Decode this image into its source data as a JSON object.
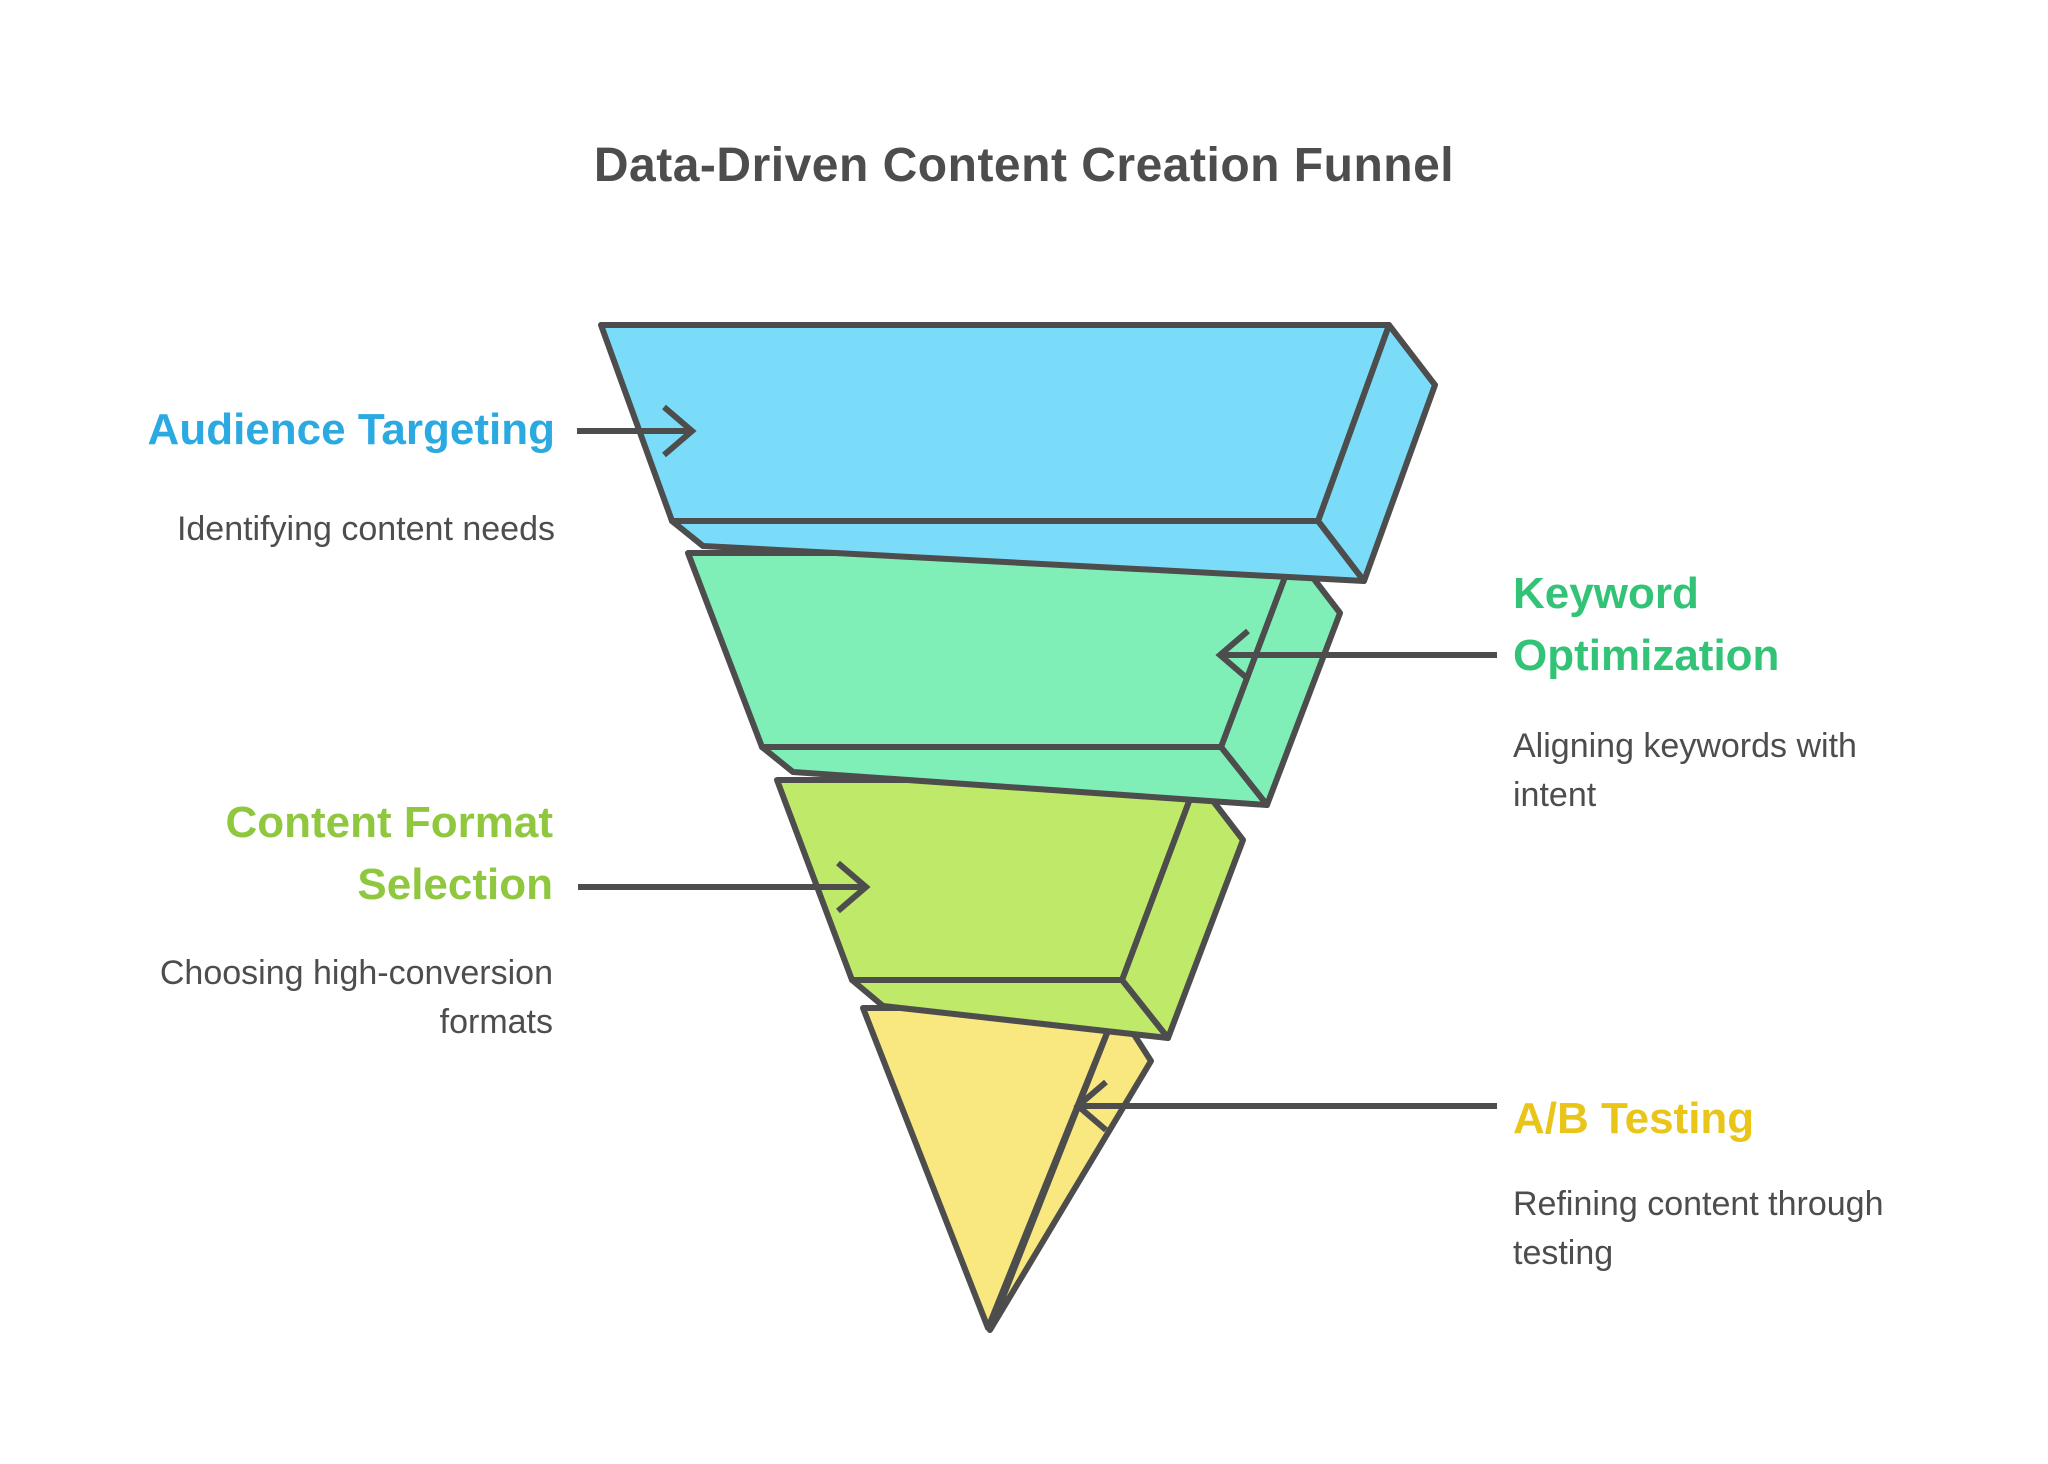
{
  "title": "Data-Driven Content Creation Funnel",
  "colors": {
    "outline": "#4D4D4D",
    "body_text": "#4D4D4D",
    "background": "#FFFFFF"
  },
  "stages": [
    {
      "name": "Audience Targeting",
      "description": "Identifying content needs",
      "shape_fill": "#7BDCF9",
      "label_color": "#2BA9E1",
      "label_side": "left"
    },
    {
      "name": "Keyword Optimization",
      "description": "Aligning keywords with intent",
      "shape_fill": "#80EFB7",
      "label_color": "#33C377",
      "label_side": "right"
    },
    {
      "name": "Content Format Selection",
      "description": "Choosing high-conversion formats",
      "shape_fill": "#BFE969",
      "label_color": "#8FC73E",
      "label_side": "left"
    },
    {
      "name": "A/B Testing",
      "description": "Refining content through testing",
      "shape_fill": "#F9E87F",
      "label_color": "#E9C519",
      "label_side": "right"
    }
  ]
}
